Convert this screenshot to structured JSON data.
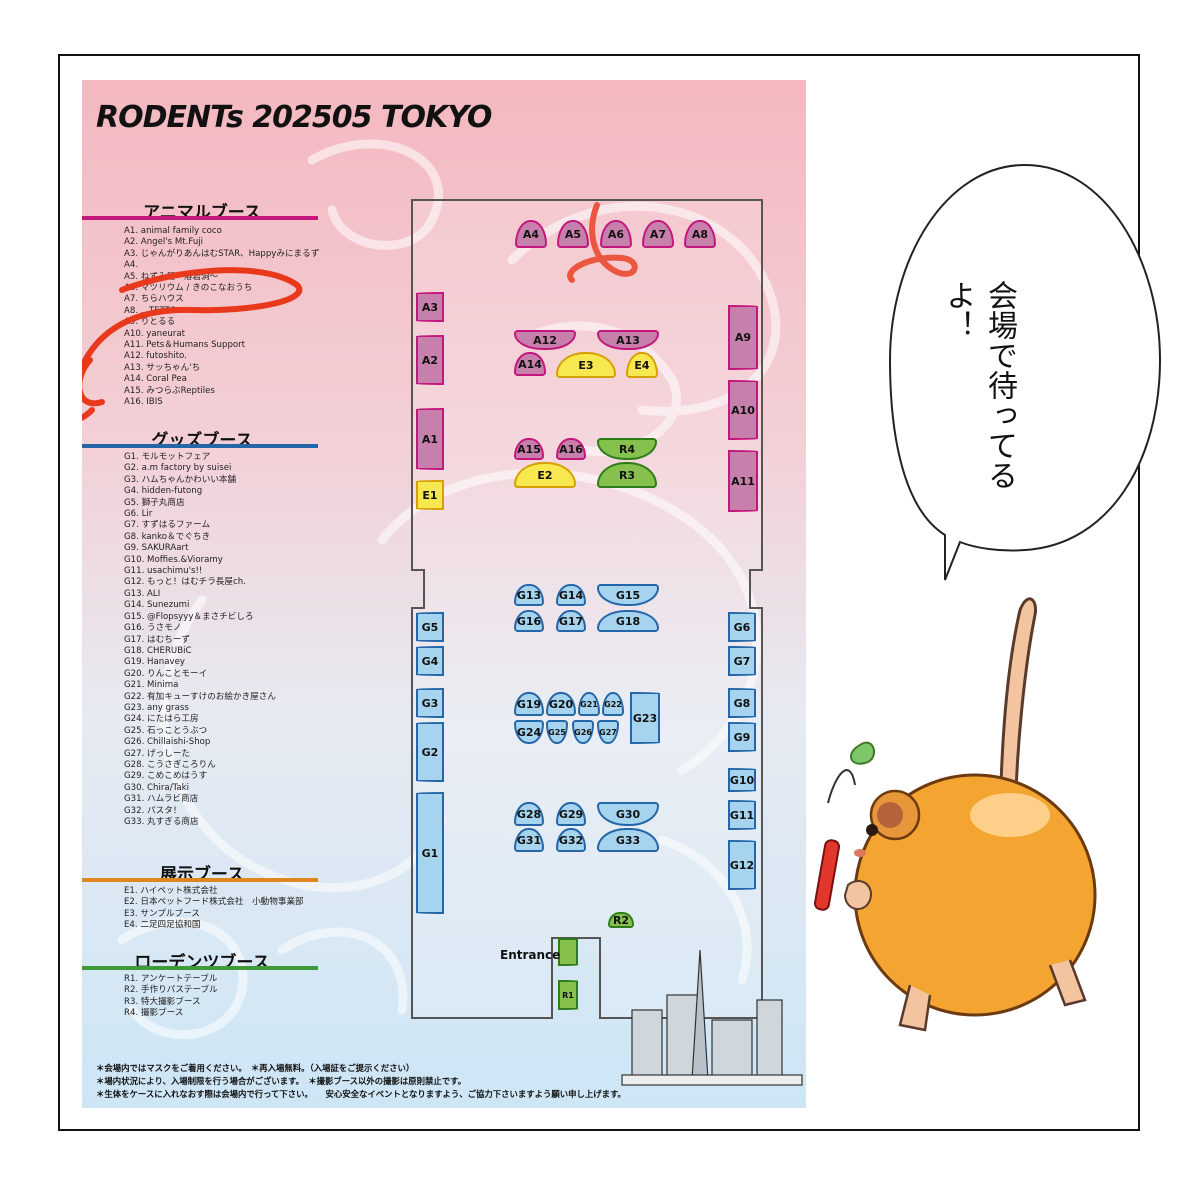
{
  "poster": {
    "title": "RODENTs 202505 TOKYO",
    "sections": {
      "animal": {
        "heading": "アニマルブース",
        "color": "#c3177c",
        "items": [
          "A1. animal family coco",
          "A2. Angel's Mt.Fuji",
          "A3. じゃんがりあんはむSTAR、Happyみにまるず",
          "A4.",
          "A5. ねずみ屋〜溶岩洞〜",
          "A6. マツリウム / きのこなおうち",
          "A7. ちらハウス",
          "A8. ...TETTO",
          "A9. りとるる",
          "A10. yaneurat",
          "A11. Pets＆Humans Support",
          "A12. futoshito.",
          "A13. サッちゃん'ち",
          "A14. Coral Pea",
          "A15. みつらぶReptiles",
          "A16. IBIS"
        ]
      },
      "goods": {
        "heading": "グッズブース",
        "color": "#2466a8",
        "items": [
          "G1. モルモットフェア",
          "G2. a.m factory by suisei",
          "G3. ハムちゃんかわいい本舗",
          "G4. hidden-futong",
          "G5. 獅子丸商店",
          "G6. Lir",
          "G7. すずはるファーム",
          "G8. kanko＆でぐちき",
          "G9. SAKURAart",
          "G10. Moffies.&Vioramy",
          "G11. usachimu's!!",
          "G12. もっと！はむチラ長屋ch.",
          "G13. ALI",
          "G14. Sunezumi",
          "G15. @Flopsyyy＆まさチビしろ",
          "G16. うさモノ",
          "G17. はむちーず",
          "G18. CHERUBiC",
          "G19. Hanavey",
          "G20. りんことモーイ",
          "G21. Minima",
          "G22. 有加キューすけのお絵かき屋さん",
          "G23. any grass",
          "G24. にたはら工房",
          "G25. 石っことうぶつ",
          "G26. Chillaishi-Shop",
          "G27. げっしーた",
          "G28. こうさぎころりん",
          "G29. こめこめはうす",
          "G30. Chira/Taki",
          "G31. ハムラビ商店",
          "G32. パスタ！",
          "G33. 丸すぎる商店"
        ]
      },
      "exhibit": {
        "heading": "展示ブース",
        "color": "#e0861f",
        "items": [
          "E1. ハイペット株式会社",
          "E2. 日本ペットフード株式会社　小動物事業部",
          "E3. サンプルブース",
          "E4. 二足四足協和国"
        ]
      },
      "rodents": {
        "heading": "ローデンツブース",
        "color": "#3f9a3a",
        "items": [
          "R1. アンケートテーブル",
          "R2. 手作りパステーブル",
          "R3. 特大撮影ブース",
          "R4. 撮影ブース"
        ]
      }
    },
    "entrance_label": "Entrance",
    "booths": {
      "A1": "A1",
      "A2": "A2",
      "A3": "A3",
      "A4": "A4",
      "A5": "A5",
      "A6": "A6",
      "A7": "A7",
      "A8": "A8",
      "A9": "A9",
      "A10": "A10",
      "A11": "A11",
      "A12": "A12",
      "A13": "A13",
      "A14": "A14",
      "A15": "A15",
      "A16": "A16",
      "E1": "E1",
      "E2": "E2",
      "E3": "E3",
      "E4": "E4",
      "R1": "R1",
      "R2": "R2",
      "R3": "R3",
      "R4": "R4",
      "G1": "G1",
      "G2": "G2",
      "G3": "G3",
      "G4": "G4",
      "G5": "G5",
      "G6": "G6",
      "G7": "G7",
      "G8": "G8",
      "G9": "G9",
      "G10": "G10",
      "G11": "G11",
      "G12": "G12",
      "G13": "G13",
      "G14": "G14",
      "G15": "G15",
      "G16": "G16",
      "G17": "G17",
      "G18": "G18",
      "G19": "G19",
      "G20": "G20",
      "G21": "G21",
      "G22": "G22",
      "G23": "G23",
      "G24": "G24",
      "G25": "G25",
      "G26": "G26",
      "G27": "G27",
      "G28": "G28",
      "G29": "G29",
      "G30": "G30",
      "G31": "G31",
      "G32": "G32",
      "G33": "G33"
    },
    "notes": [
      "＊会場内ではマスクをご着用ください。　＊再入場無料。（入場証をご提示ください）",
      "＊場内状況により、入場制限を行う場合がございます。　＊撮影ブース以外の撮影は原則禁止です。",
      "＊生体をケースに入れなおす際は会場内で行って下さい。　　安心安全なイベントとなりますよう、ご協力下さいますよう願い申し上げます。"
    ]
  },
  "speech_bubble": "会場で待ってるよ！"
}
